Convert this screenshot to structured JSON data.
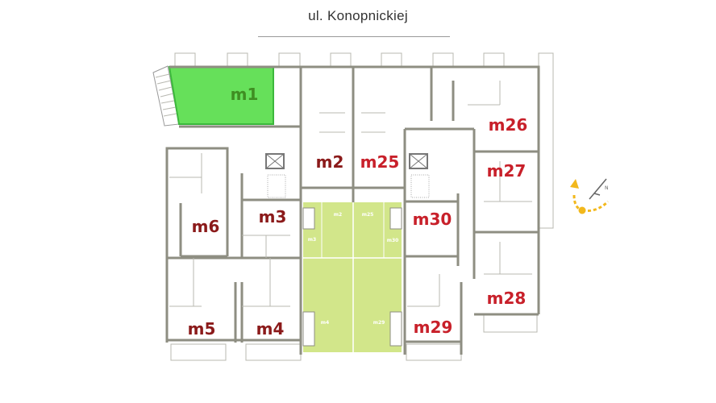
{
  "street_name": "ul. Konopnickiej",
  "colors": {
    "selected": "#66e05a",
    "courtyard": "#d2e68a",
    "label_left": "#8b1a1a",
    "label_right": "#c8202a",
    "compass": "#f2b81c"
  },
  "selected_unit": "m1",
  "units": [
    {
      "id": "m1"
    },
    {
      "id": "m2"
    },
    {
      "id": "m25"
    },
    {
      "id": "m26"
    },
    {
      "id": "m27"
    },
    {
      "id": "m3"
    },
    {
      "id": "m6"
    },
    {
      "id": "m30"
    },
    {
      "id": "m28"
    },
    {
      "id": "m5"
    },
    {
      "id": "m4"
    },
    {
      "id": "m29"
    }
  ],
  "courtyard_plots": [
    {
      "id": "m2"
    },
    {
      "id": "m25"
    },
    {
      "id": "m3"
    },
    {
      "id": "m30"
    },
    {
      "id": "m4"
    },
    {
      "id": "m29"
    }
  ],
  "compass_label": "N"
}
